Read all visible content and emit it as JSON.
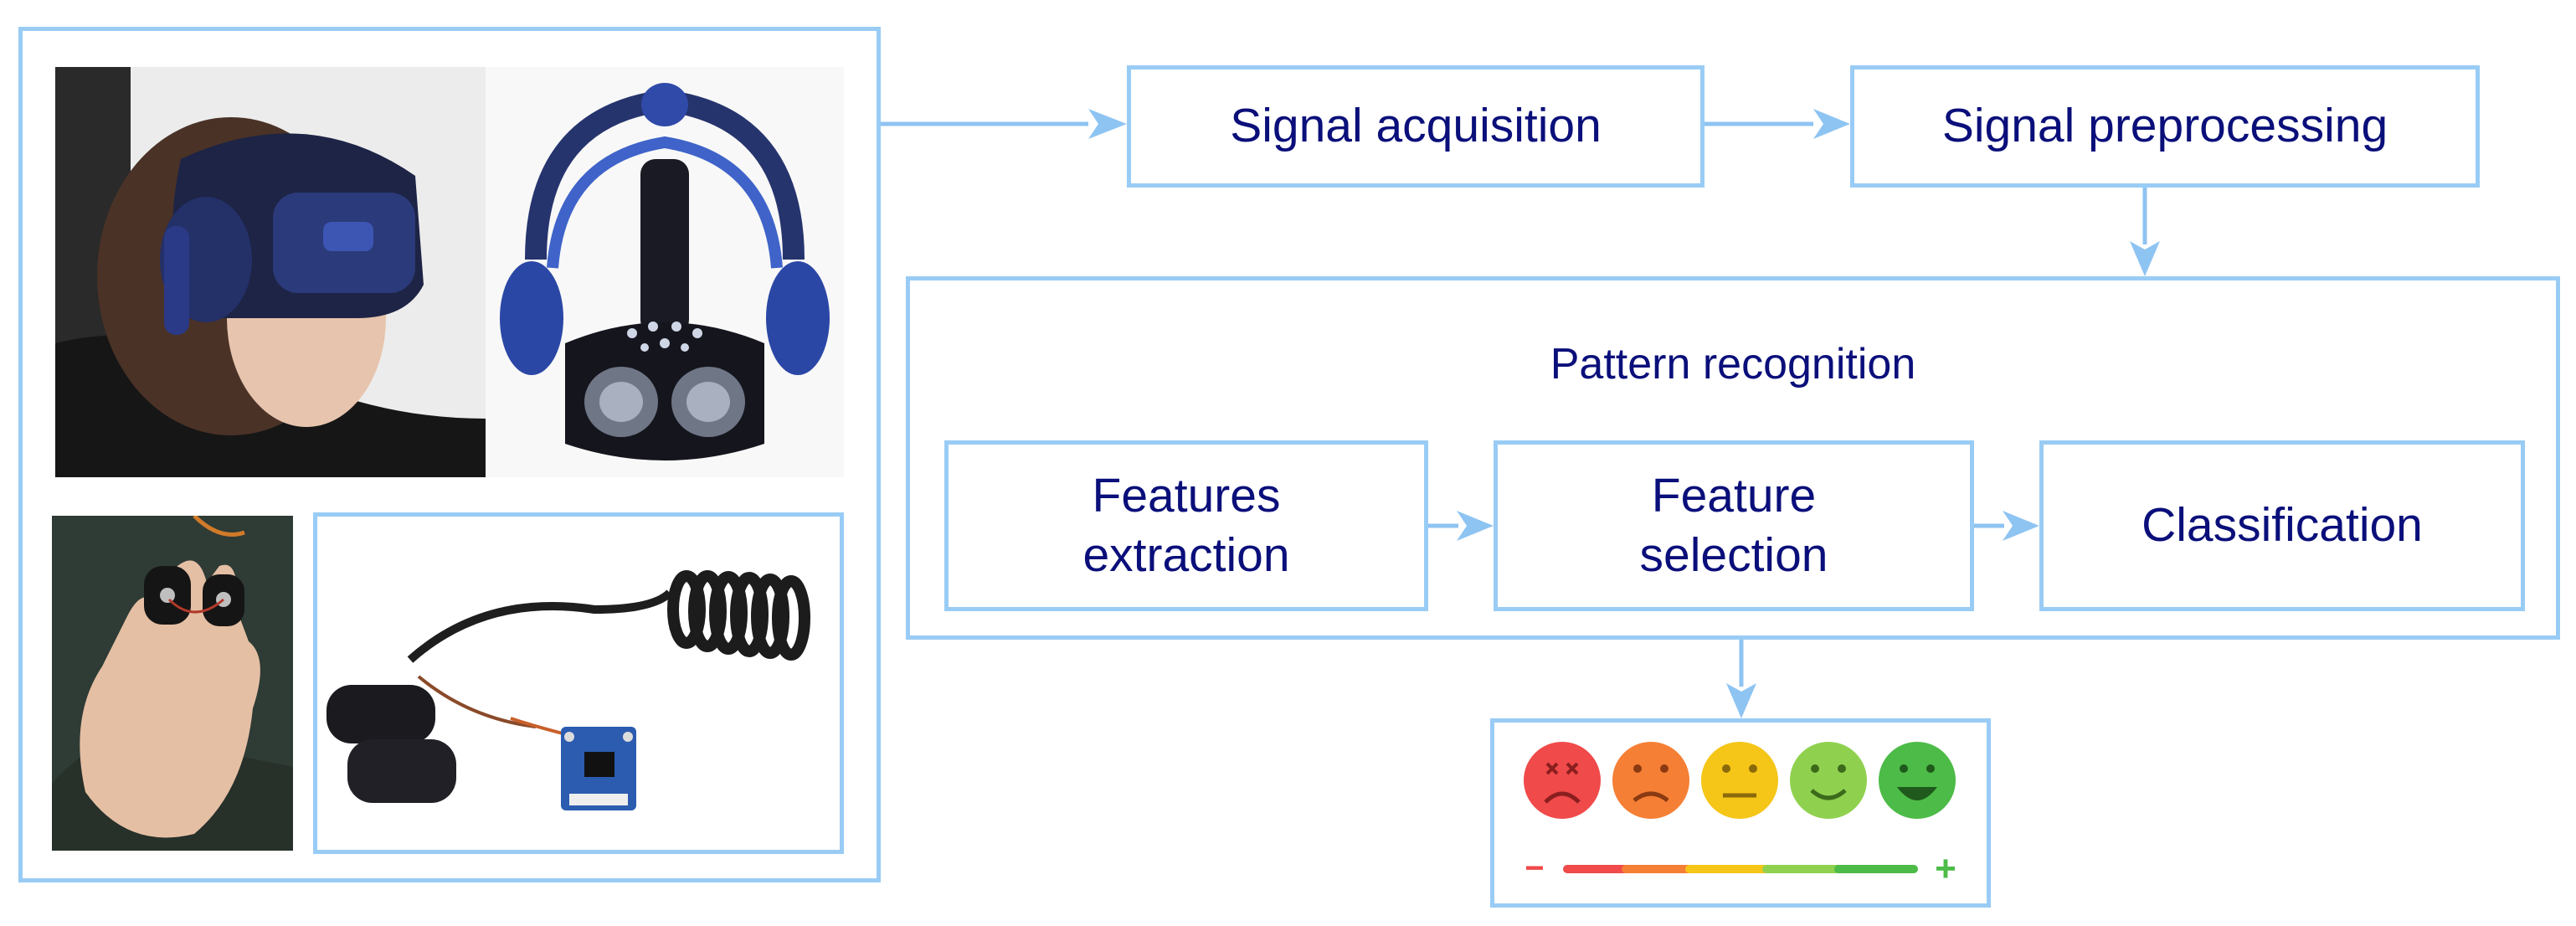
{
  "diagram": {
    "steps": {
      "acquisition": "Signal acquisition",
      "preprocessing": "Signal preprocessing",
      "pattern": "Pattern recognition",
      "features_line1": "Features",
      "features_line2": "extraction",
      "selection_line1": "Feature",
      "selection_line2": "selection",
      "classification": "Classification"
    },
    "scale": {
      "minus": "−",
      "plus": "+",
      "faces": [
        "very-sad-face-icon",
        "sad-face-icon",
        "neutral-face-icon",
        "happy-face-icon",
        "very-happy-face-icon"
      ],
      "face_colors": [
        "#f04a4a",
        "#f57f35",
        "#f5c518",
        "#8fd14f",
        "#4cbb47"
      ]
    },
    "colors": {
      "border": "#99ccf5",
      "arrow": "#8ec4f2",
      "text": "#0a0f7a"
    },
    "photos": [
      "vr-headset-user-photo",
      "vr-headset-eeg-photo",
      "gsr-finger-sensors-photo",
      "gsr-sensor-module-photo"
    ]
  }
}
